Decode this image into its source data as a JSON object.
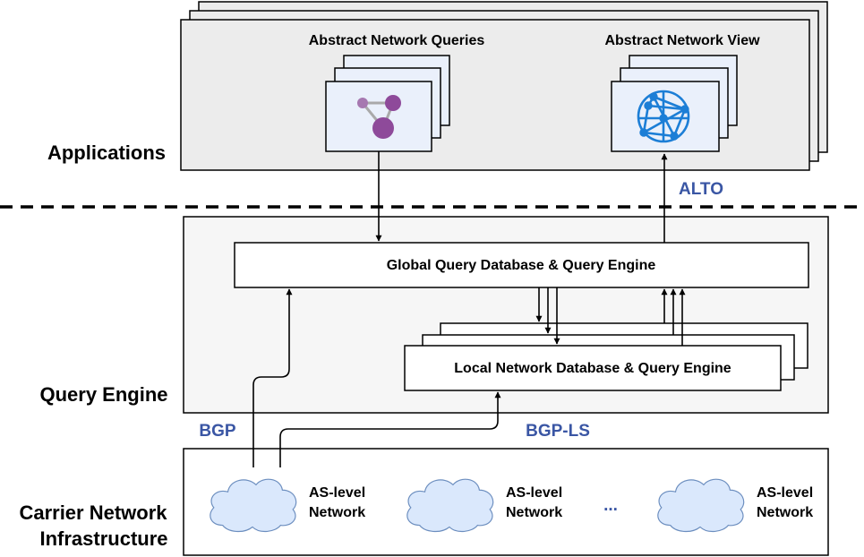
{
  "layers": {
    "applications": "Applications",
    "query_engine": "Query Engine",
    "infrastructure_line1": "Carrier Network",
    "infrastructure_line2": "Infrastructure"
  },
  "applications": {
    "queries_title": "Abstract Network Queries",
    "view_title": "Abstract Network View"
  },
  "engine": {
    "global": "Global Query Database & Query Engine",
    "local": "Local Network Database & Query Engine"
  },
  "protocols": {
    "alto": "ALTO",
    "bgp": "BGP",
    "bgp_ls": "BGP-LS"
  },
  "networks": [
    {
      "line1": "AS-level",
      "line2": "Network"
    },
    {
      "line1": "AS-level",
      "line2": "Network"
    },
    {
      "line1": "AS-level",
      "line2": "Network"
    }
  ],
  "ellipsis": "...",
  "colors": {
    "protocol_text": "#3a56a4",
    "app_panel": "#ececec",
    "engine_panel": "#f6f6f6",
    "icon_card": "#eaf0fb",
    "cloud_fill": "#dae8fc",
    "cloud_stroke": "#6c8ebf",
    "graph_node": "#8e4a9a",
    "globe": "#1c7ed6"
  },
  "icons": {
    "queries": "graph-nodes-icon",
    "view": "network-globe-icon",
    "cloud": "cloud-icon"
  }
}
